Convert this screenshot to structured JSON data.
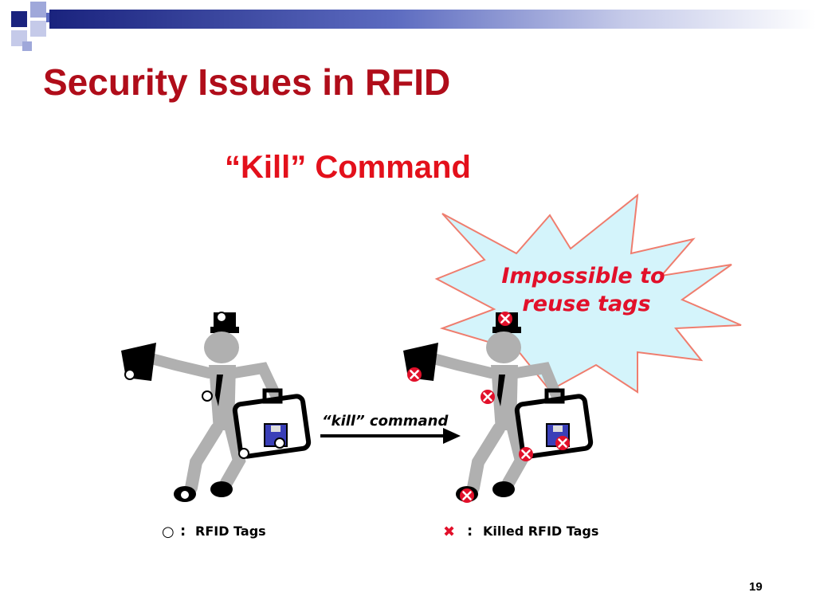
{
  "slide": {
    "title": "Security Issues in RFID",
    "subtitle": "“Kill” Command",
    "page_number": "19"
  },
  "callout": {
    "line1": "Impossible to",
    "line2": "reuse tags",
    "fill_color": "#d4f4fb",
    "stroke_color": "#ef7d6e",
    "text_color": "#e2102a"
  },
  "arrow": {
    "label": "“kill” command"
  },
  "legend": {
    "tag_symbol": "○",
    "tag_separator": ":",
    "tag_label": "RFID Tags",
    "killed_symbol": "✖",
    "killed_separator": ":",
    "killed_label": "Killed RFID Tags"
  },
  "colors": {
    "title": "#b00d1a",
    "subtitle": "#e3101b",
    "kill_mark": "#e2102a",
    "figure_gray": "#b0b0b0",
    "disk_blue": "#3a3fb8"
  }
}
